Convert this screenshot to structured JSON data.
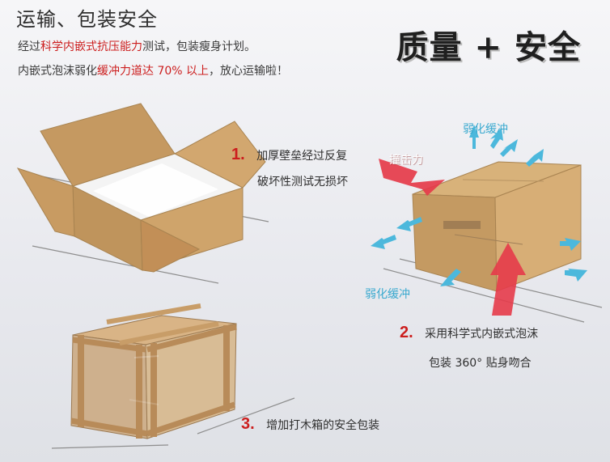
{
  "header": {
    "title": "运输、包装安全",
    "line1_prefix": "经过",
    "line1_highlight": "科学内嵌式抗压能力",
    "line1_suffix": "测试，包装瘦身计划。",
    "line2_prefix": "内嵌式泡沫弱化",
    "line2_highlight": "缓冲力道达 70% 以上",
    "line2_suffix": "，放心运输啦！"
  },
  "slogan": "质量 + 安全",
  "features": [
    {
      "number": "1.",
      "lines": [
        "加厚壁垒经过反复",
        "破坏性测试无损坏"
      ]
    },
    {
      "number": "2.",
      "lines": [
        "采用科学式内嵌式泡沫",
        "包装 360° 贴身吻合"
      ]
    },
    {
      "number": "3.",
      "lines": [
        "增加打木箱的安全包装"
      ]
    }
  ],
  "annotations": {
    "impact": "撞击力",
    "buffer_top": "弱化缓冲",
    "buffer_bottom": "弱化缓冲"
  },
  "colors": {
    "highlight_red": "#cc1e1e",
    "buffer_blue": "#39a9cf",
    "cardboard": "#c8a06a"
  },
  "icons": {
    "open_box": "open-box-illustration",
    "closed_box": "closed-box-illustration",
    "wooden_crate": "wooden-crate-illustration",
    "impact_arrow": "impact-arrow-icon",
    "buffer_arrow": "buffer-arrow-icon"
  }
}
